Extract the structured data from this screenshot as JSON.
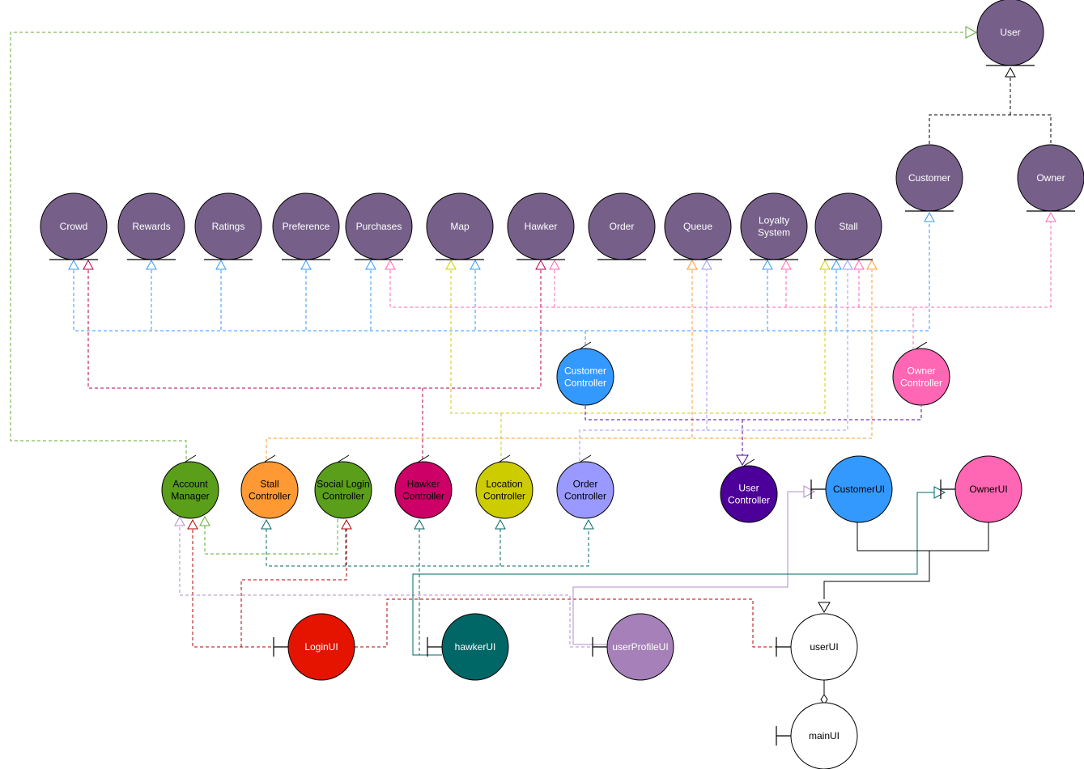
{
  "entities": [
    {
      "id": "user",
      "label": [
        "User"
      ],
      "color": "#76608a"
    },
    {
      "id": "customer",
      "label": [
        "Customer"
      ],
      "color": "#76608a"
    },
    {
      "id": "owner",
      "label": [
        "Owner"
      ],
      "color": "#76608a"
    },
    {
      "id": "crowd",
      "label": [
        "Crowd"
      ],
      "color": "#76608a"
    },
    {
      "id": "rewards",
      "label": [
        "Rewards"
      ],
      "color": "#76608a"
    },
    {
      "id": "ratings",
      "label": [
        "Ratings"
      ],
      "color": "#76608a"
    },
    {
      "id": "preference",
      "label": [
        "Preference"
      ],
      "color": "#76608a"
    },
    {
      "id": "purchases",
      "label": [
        "Purchases"
      ],
      "color": "#76608a"
    },
    {
      "id": "map",
      "label": [
        "Map"
      ],
      "color": "#76608a"
    },
    {
      "id": "hawker",
      "label": [
        "Hawker"
      ],
      "color": "#76608a"
    },
    {
      "id": "order",
      "label": [
        "Order"
      ],
      "color": "#76608a"
    },
    {
      "id": "queue",
      "label": [
        "Queue"
      ],
      "color": "#76608a"
    },
    {
      "id": "loyalty-system",
      "label": [
        "Loyalty",
        "System"
      ],
      "color": "#76608a"
    },
    {
      "id": "stall",
      "label": [
        "Stall"
      ],
      "color": "#76608a"
    }
  ],
  "controls": [
    {
      "id": "customer-controller",
      "label": [
        "Customer",
        "Controller"
      ],
      "color": "#3399ff",
      "text": "#ffffff"
    },
    {
      "id": "owner-controller",
      "label": [
        "Owner",
        "Controller"
      ],
      "color": "#ff66b3",
      "text": "#ffffff"
    },
    {
      "id": "user-controller",
      "label": [
        "User",
        "Controller"
      ],
      "color": "#4c0099",
      "text": "#ffffff"
    },
    {
      "id": "account-manager",
      "label": [
        "Account",
        "Manager"
      ],
      "color": "#5a9e1a",
      "text": "#000000"
    },
    {
      "id": "stall-controller",
      "label": [
        "Stall",
        "Controller"
      ],
      "color": "#ff9933",
      "text": "#000000"
    },
    {
      "id": "social-login-controller",
      "label": [
        "Social Login",
        "Controller"
      ],
      "color": "#5a9e1a",
      "text": "#000000"
    },
    {
      "id": "hawker-controller",
      "label": [
        "Hawker",
        "Controller"
      ],
      "color": "#cc0066",
      "text": "#000000"
    },
    {
      "id": "location-controller",
      "label": [
        "Location",
        "Controller"
      ],
      "color": "#cccc00",
      "text": "#000000"
    },
    {
      "id": "order-controller",
      "label": [
        "Order",
        "Controller"
      ],
      "color": "#9999ff",
      "text": "#000000"
    }
  ],
  "boundaries": [
    {
      "id": "customer-ui",
      "label": [
        "CustomerUI"
      ],
      "color": "#3399ff",
      "text": "#000000"
    },
    {
      "id": "owner-ui",
      "label": [
        "OwnerUI"
      ],
      "color": "#ff66b3",
      "text": "#000000"
    },
    {
      "id": "login-ui",
      "label": [
        "LoginUI"
      ],
      "color": "#e51400",
      "text": "#ffffff"
    },
    {
      "id": "hawker-ui",
      "label": [
        "hawkerUI"
      ],
      "color": "#006666",
      "text": "#ffffff"
    },
    {
      "id": "user-profile-ui",
      "label": [
        "userProfileUI"
      ],
      "color": "#a680b8",
      "text": "#ffffff"
    },
    {
      "id": "user-ui",
      "label": [
        "userUI"
      ],
      "color": "#ffffff",
      "text": "#000000"
    },
    {
      "id": "main-ui",
      "label": [
        "mainUI"
      ],
      "color": "#ffffff",
      "text": "#000000"
    }
  ],
  "colors": {
    "entity_text": "#ffffff",
    "blue": "#3399ff",
    "pink": "#ff66b3",
    "crimson": "#b3004d",
    "yellow": "#cccc00",
    "orange": "#ff9933",
    "lavender": "#9999ff",
    "purple": "#4c0099",
    "green": "#66aa33",
    "teal": "#006666",
    "red": "#b30000",
    "mauve": "#b38bcc",
    "black": "#000000"
  }
}
